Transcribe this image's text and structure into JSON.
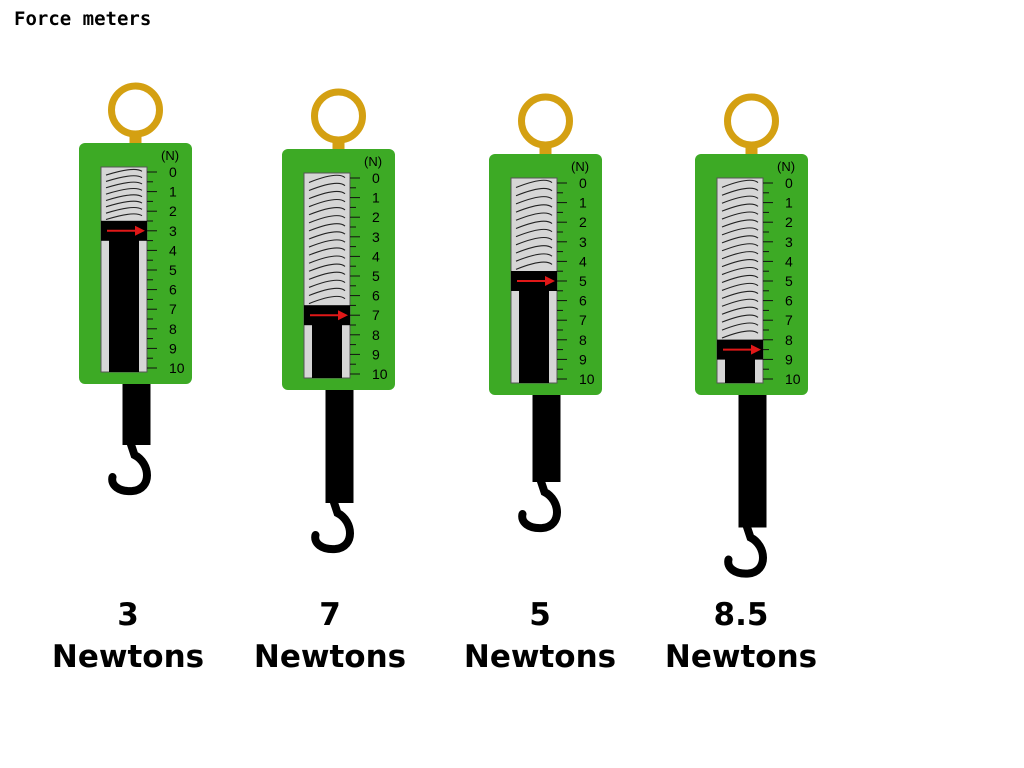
{
  "title": "Force meters",
  "unit_label": "(N)",
  "scale": [
    "0",
    "1",
    "2",
    "3",
    "4",
    "5",
    "6",
    "7",
    "8",
    "9",
    "10"
  ],
  "colors": {
    "body": "#3daa25",
    "ring": "#d4a012",
    "pointer": "#e01818",
    "tube": "#d6d6d6"
  },
  "meters": [
    {
      "reading": 3,
      "value_text": "3",
      "unit_text": "Newtons"
    },
    {
      "reading": 7,
      "value_text": "7",
      "unit_text": "Newtons"
    },
    {
      "reading": 5,
      "value_text": "5",
      "unit_text": "Newtons"
    },
    {
      "reading": 8.5,
      "value_text": "8.5",
      "unit_text": "Newtons"
    }
  ]
}
